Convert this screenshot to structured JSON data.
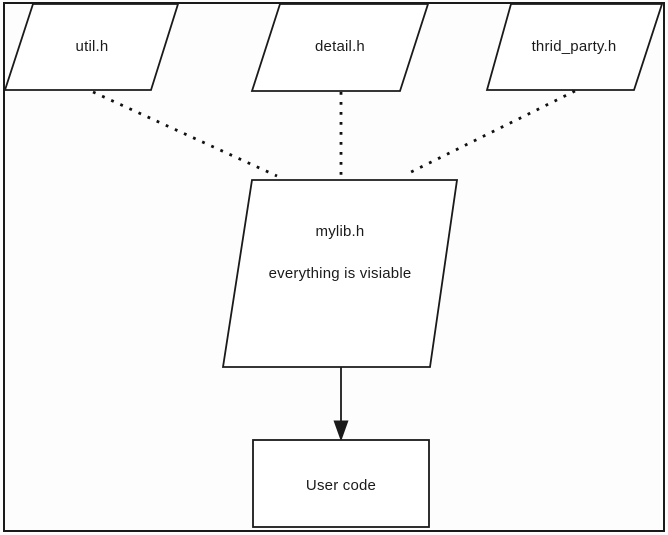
{
  "diagram": {
    "background_color": "#fdfdfd",
    "line_color": "#1a1a1a",
    "text_color": "#1a1a1a",
    "nodes": {
      "util": {
        "label": "util.h",
        "shape": "parallelogram"
      },
      "detail": {
        "label": "detail.h",
        "shape": "parallelogram"
      },
      "third_party": {
        "label": "thrid_party.h",
        "shape": "parallelogram"
      },
      "mylib": {
        "label": "mylib.h",
        "sublabel": "everything is visiable",
        "shape": "parallelogram"
      },
      "user_code": {
        "label": "User code",
        "shape": "rectangle"
      }
    },
    "edges": [
      {
        "from": "util",
        "to": "mylib",
        "style": "dotted",
        "arrow": false
      },
      {
        "from": "detail",
        "to": "mylib",
        "style": "dotted",
        "arrow": false
      },
      {
        "from": "third_party",
        "to": "mylib",
        "style": "dotted",
        "arrow": false
      },
      {
        "from": "mylib",
        "to": "user_code",
        "style": "solid",
        "arrow": true
      }
    ]
  }
}
